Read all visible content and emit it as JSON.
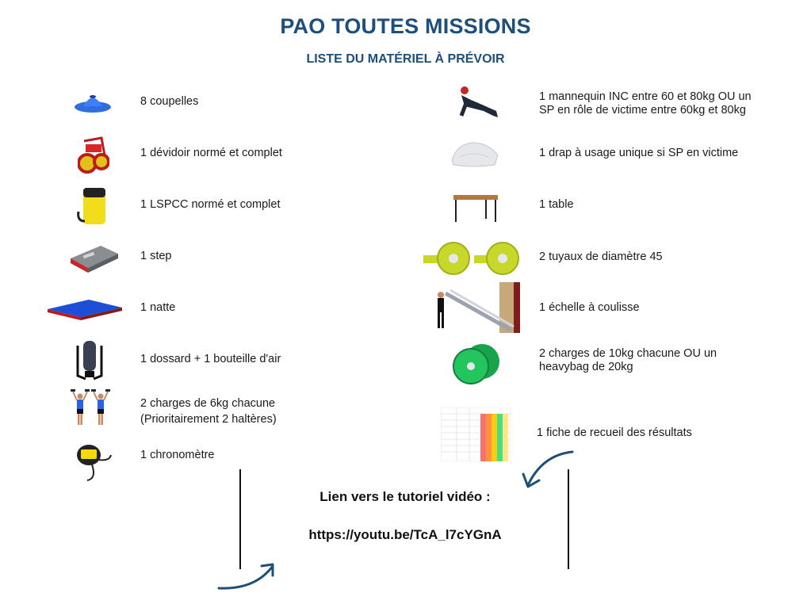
{
  "header": {
    "title": "PAO TOUTES MISSIONS",
    "subtitle": "LISTE DU MATÉRIEL À PRÉVOIR"
  },
  "left_items": [
    {
      "label": "8 coupelles",
      "icon": "cone-icon"
    },
    {
      "label": "1 dévidoir normé et complet",
      "icon": "hose-reel-icon"
    },
    {
      "label": "1 LSPCC normé et complet",
      "icon": "rescue-bag-icon"
    },
    {
      "label": "1 step",
      "icon": "step-icon"
    },
    {
      "label": "1 natte",
      "icon": "mat-icon"
    },
    {
      "label": "1 dossard + 1 bouteille d'air",
      "icon": "breathing-apparatus-icon"
    },
    {
      "label": "2 charges de 6kg chacune",
      "label2": "(Prioritairement 2 haltères)",
      "icon": "dumbbell-people-icon"
    },
    {
      "label": "1 chronomètre",
      "icon": "stopwatch-icon"
    }
  ],
  "right_items": [
    {
      "label": "1 mannequin INC entre 60 et 80kg OU un",
      "label2": "SP en rôle de victime entre 60kg et 80kg",
      "icon": "mannequin-icon"
    },
    {
      "label": "1 drap à usage unique si SP en victime",
      "icon": "sheet-icon"
    },
    {
      "label": "1 table",
      "icon": "table-icon"
    },
    {
      "label": "2 tuyaux de diamètre 45",
      "icon": "hose-rolls-icon"
    },
    {
      "label": "1 échelle à coulisse",
      "icon": "ladder-icon"
    },
    {
      "label": "2 charges de 10kg chacune OU un",
      "label2": "heavybag de 20kg",
      "icon": "weight-plates-icon"
    },
    {
      "label": "1 fiche de recueil des résultats",
      "icon": "result-sheet-icon"
    }
  ],
  "video": {
    "heading": "Lien vers le tutoriel vidéo :",
    "url": "https://youtu.be/TcA_l7cYGnA"
  },
  "colors": {
    "title": "#1d4f7c",
    "arrow": "#1d4f7c"
  }
}
